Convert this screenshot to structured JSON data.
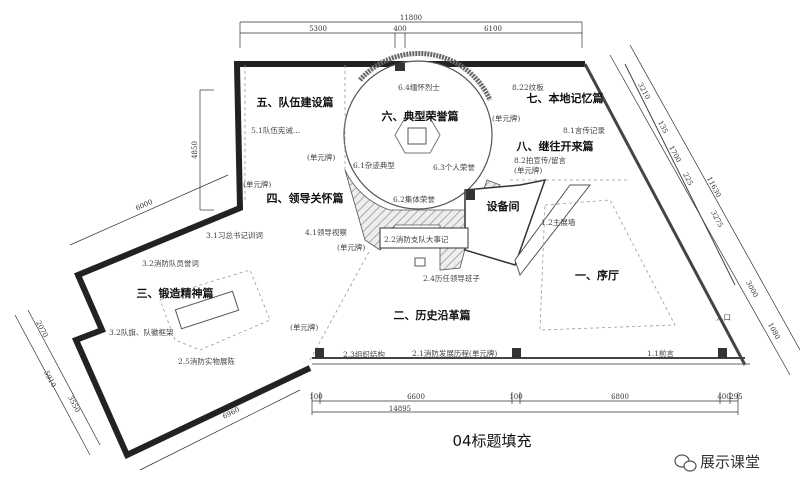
{
  "zones": {
    "z1": "一、序厅",
    "z2": "二、历史沿革篇",
    "z3": "三、锻造精神篇",
    "z4": "四、领导关怀篇",
    "z5": "五、队伍建设篇",
    "z6": "六、典型荣誉篇",
    "z7": "七、本地记忆篇",
    "z8": "八、继往开来篇",
    "equipment": "设备间"
  },
  "items": {
    "i11": "1.1前言",
    "i12": "1.2主展墙",
    "i21": "2.1消防发展历程(单元牌)",
    "i22": "2.2消防支队大事记",
    "i23": "2.3组织结构",
    "i24": "2.4历任领导班子",
    "i25": "2.5消防实物展陈",
    "i31": "3.1习总书记训词",
    "i32a": "3.2消防队员誉词",
    "i32b": "3.2队旗、队徽框架",
    "i41": "4.1领导视察",
    "i51": "5.1队伍宪诫...",
    "i61": "6.1杂迹典型",
    "i62": "6.2集体荣誉",
    "i63": "6.3个人荣誉",
    "i64": "6.4缅怀烈士",
    "i72": "8.22纹板",
    "i81": "8.1言传记录",
    "i82": "8.2拍宣传/留言",
    "unit_sign": "(单元牌)",
    "entrance": "入口"
  },
  "dimensions": {
    "top_total": "11800",
    "top_a": "5300",
    "top_b": "400",
    "top_c": "6100",
    "left_v": "4850",
    "left_diag": "6000",
    "lb_a": "2070",
    "lb_b": "5910",
    "lb_c": "3550",
    "bottom_left": "6960",
    "b_a": "100",
    "b_b": "6600",
    "b_c": "100",
    "b_d": "6800",
    "b_e": "400",
    "b_f": "295",
    "bottom_total": "14895",
    "r_a": "3210",
    "r_b": "135",
    "r_c": "1700",
    "r_d": "225",
    "r_total": "11630",
    "r_e": "3275",
    "r_f": "3000",
    "r_g": "1080"
  },
  "caption": "04标题填充",
  "watermark": {
    "text": "展示课堂",
    "icon": "wechat-icon"
  }
}
